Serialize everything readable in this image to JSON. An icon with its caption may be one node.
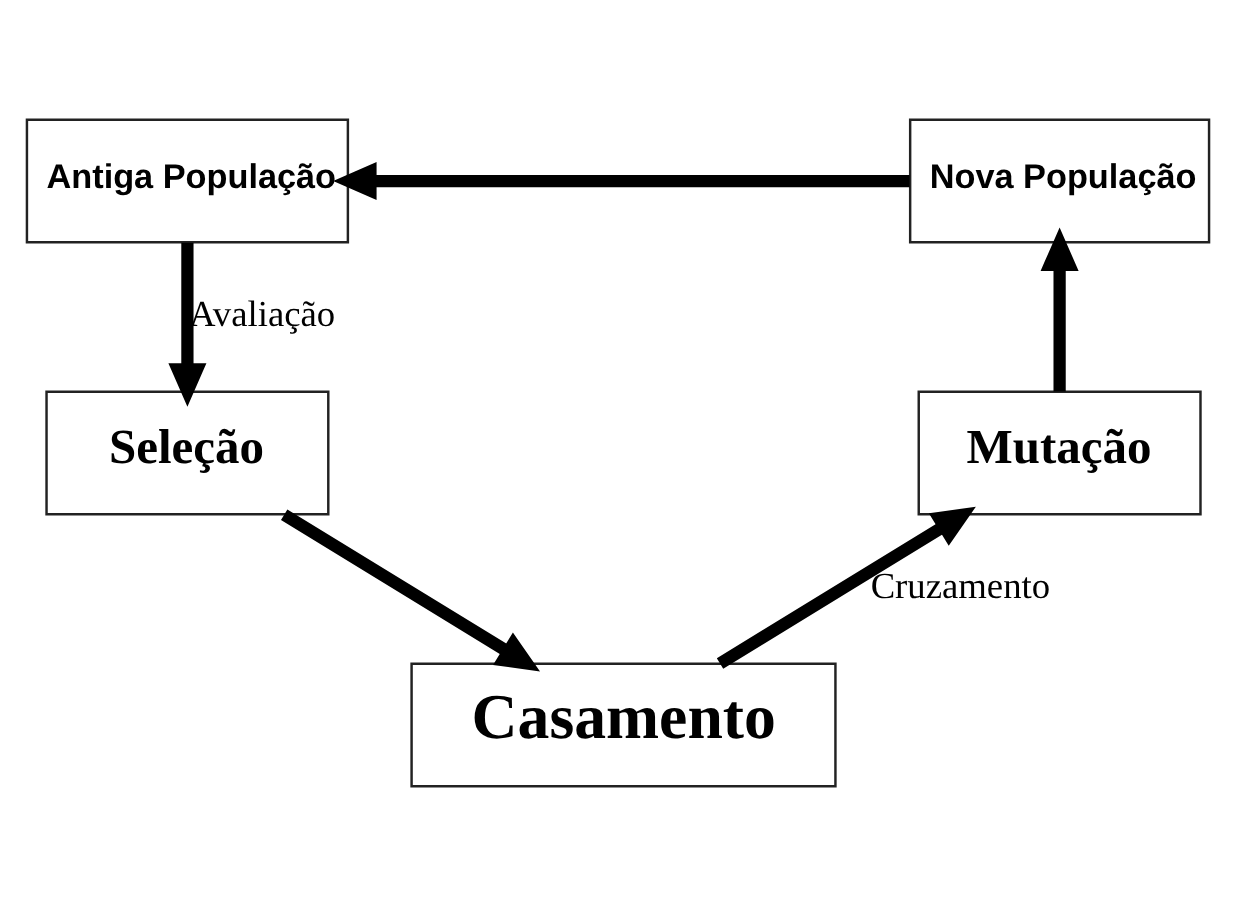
{
  "diagram": {
    "nodes": [
      {
        "text": [
          "Antiga População"
        ]
      },
      {
        "text": [
          "Nova População"
        ]
      },
      {
        "text": [
          "Seleção"
        ]
      },
      {
        "text": [
          "Mutação"
        ]
      },
      {
        "text": [
          "Casamento"
        ]
      }
    ],
    "edges": [
      {
        "from": 1,
        "to": 0,
        "arrow": "to"
      },
      {
        "from": 0,
        "to": 2,
        "arrow": "to",
        "label": "Avaliação"
      },
      {
        "from": 2,
        "to": 4,
        "arrow": "to"
      },
      {
        "from": 4,
        "to": 3,
        "arrow": "to",
        "label": "Cruzamento"
      },
      {
        "from": 3,
        "to": 1,
        "arrow": "to"
      }
    ]
  }
}
